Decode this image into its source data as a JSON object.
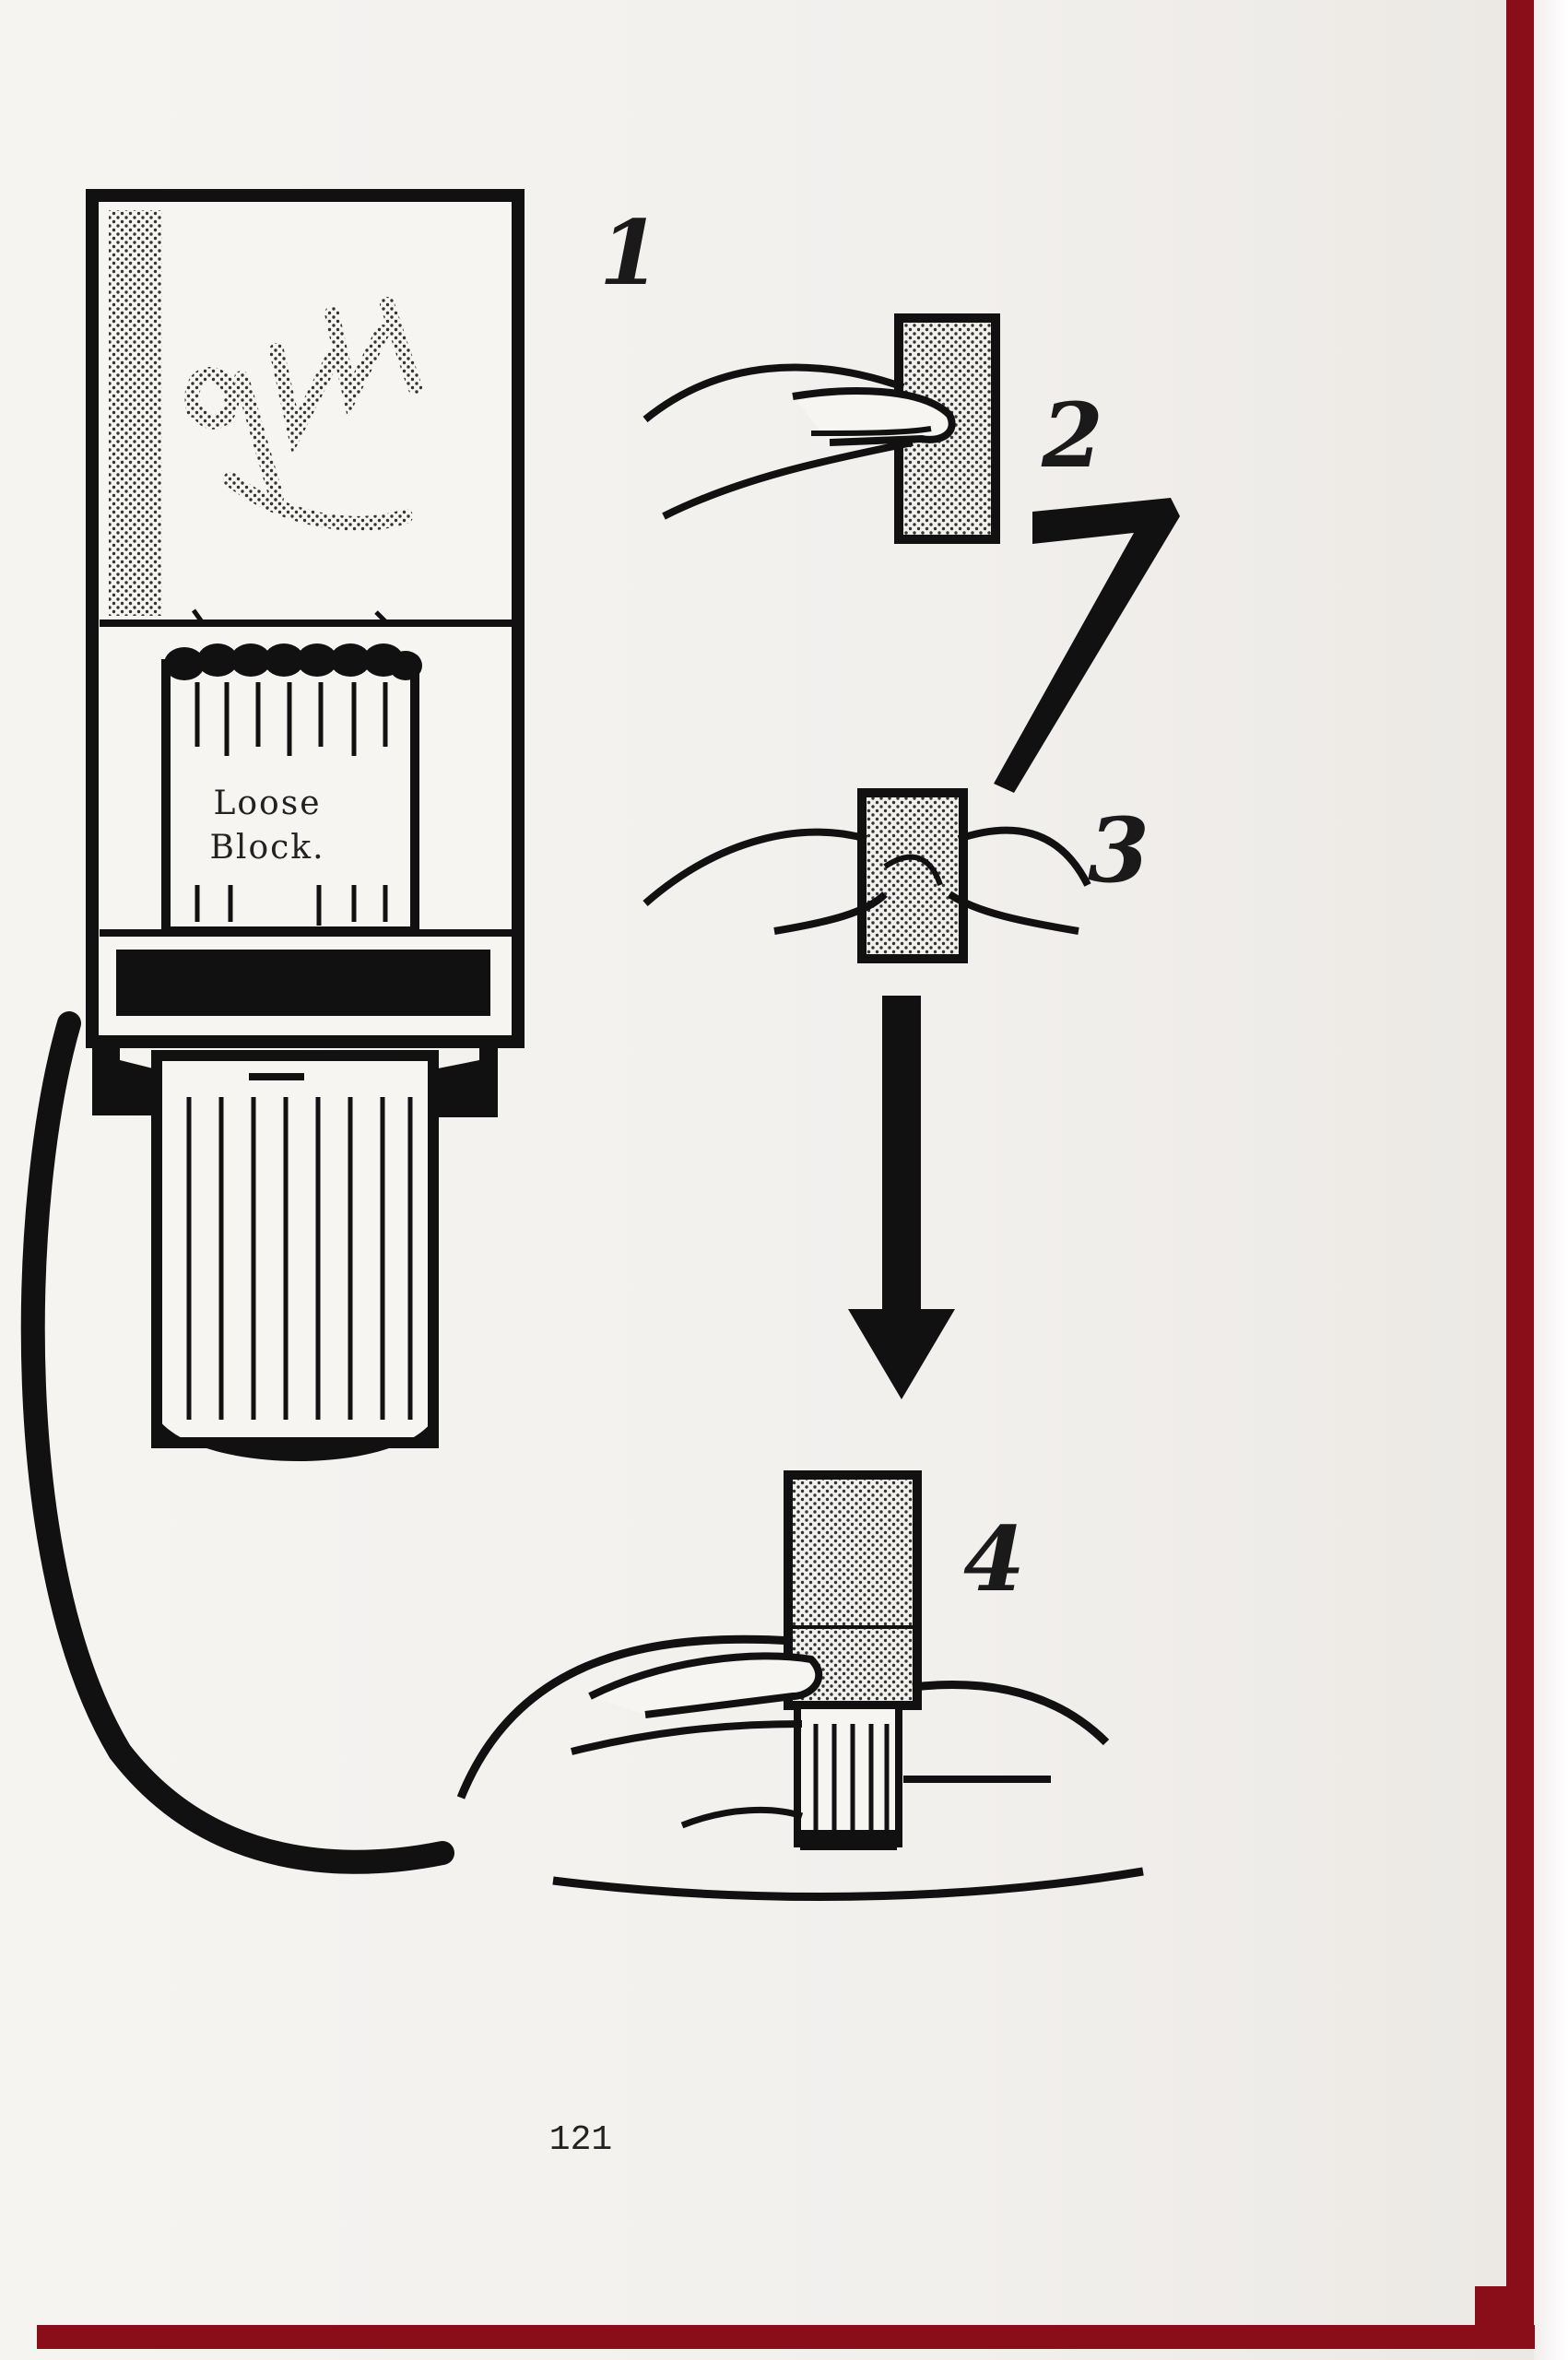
{
  "figure_labels": {
    "fig1": "1",
    "fig2": "2",
    "fig3": "3",
    "fig4": "4"
  },
  "block_label": {
    "line1": "Loose",
    "line2": "Block."
  },
  "page_number": "121",
  "colors": {
    "ink": "#1a1a1a",
    "page": "#f4f2ef",
    "cover_edge": "#8a0d1a"
  },
  "icons": {
    "matchbox": "matchbox-illustration",
    "arrow": "down-arrow-icon",
    "hand": "hand-illustration"
  }
}
